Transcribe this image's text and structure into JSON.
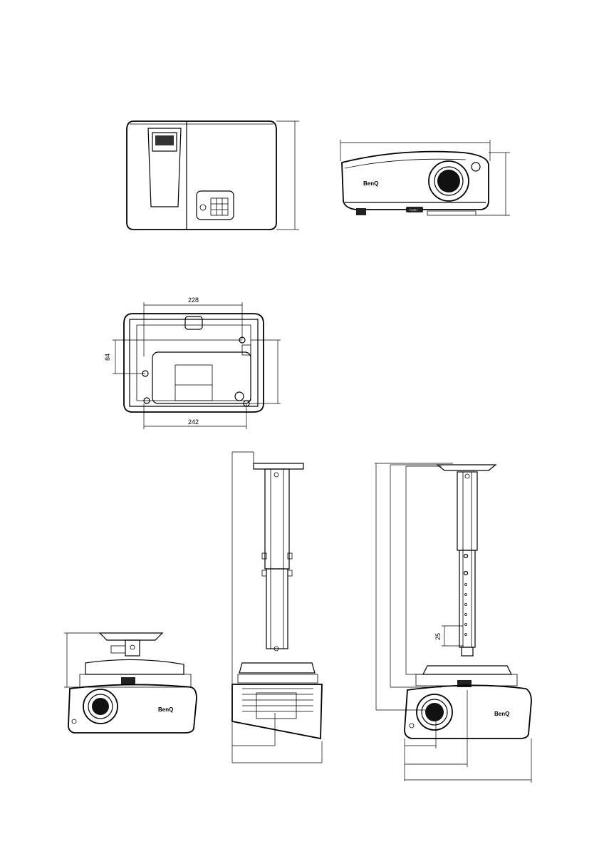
{
  "dimensions": {
    "bottom_hole_spacing_horizontal": "228",
    "bottom_hole_spacing_vertical": "84",
    "bottom_width": "242",
    "pole_adjust_step": "25"
  },
  "projector": {
    "brand_logo": "BenQ",
    "push_button_label": "PUSH"
  }
}
